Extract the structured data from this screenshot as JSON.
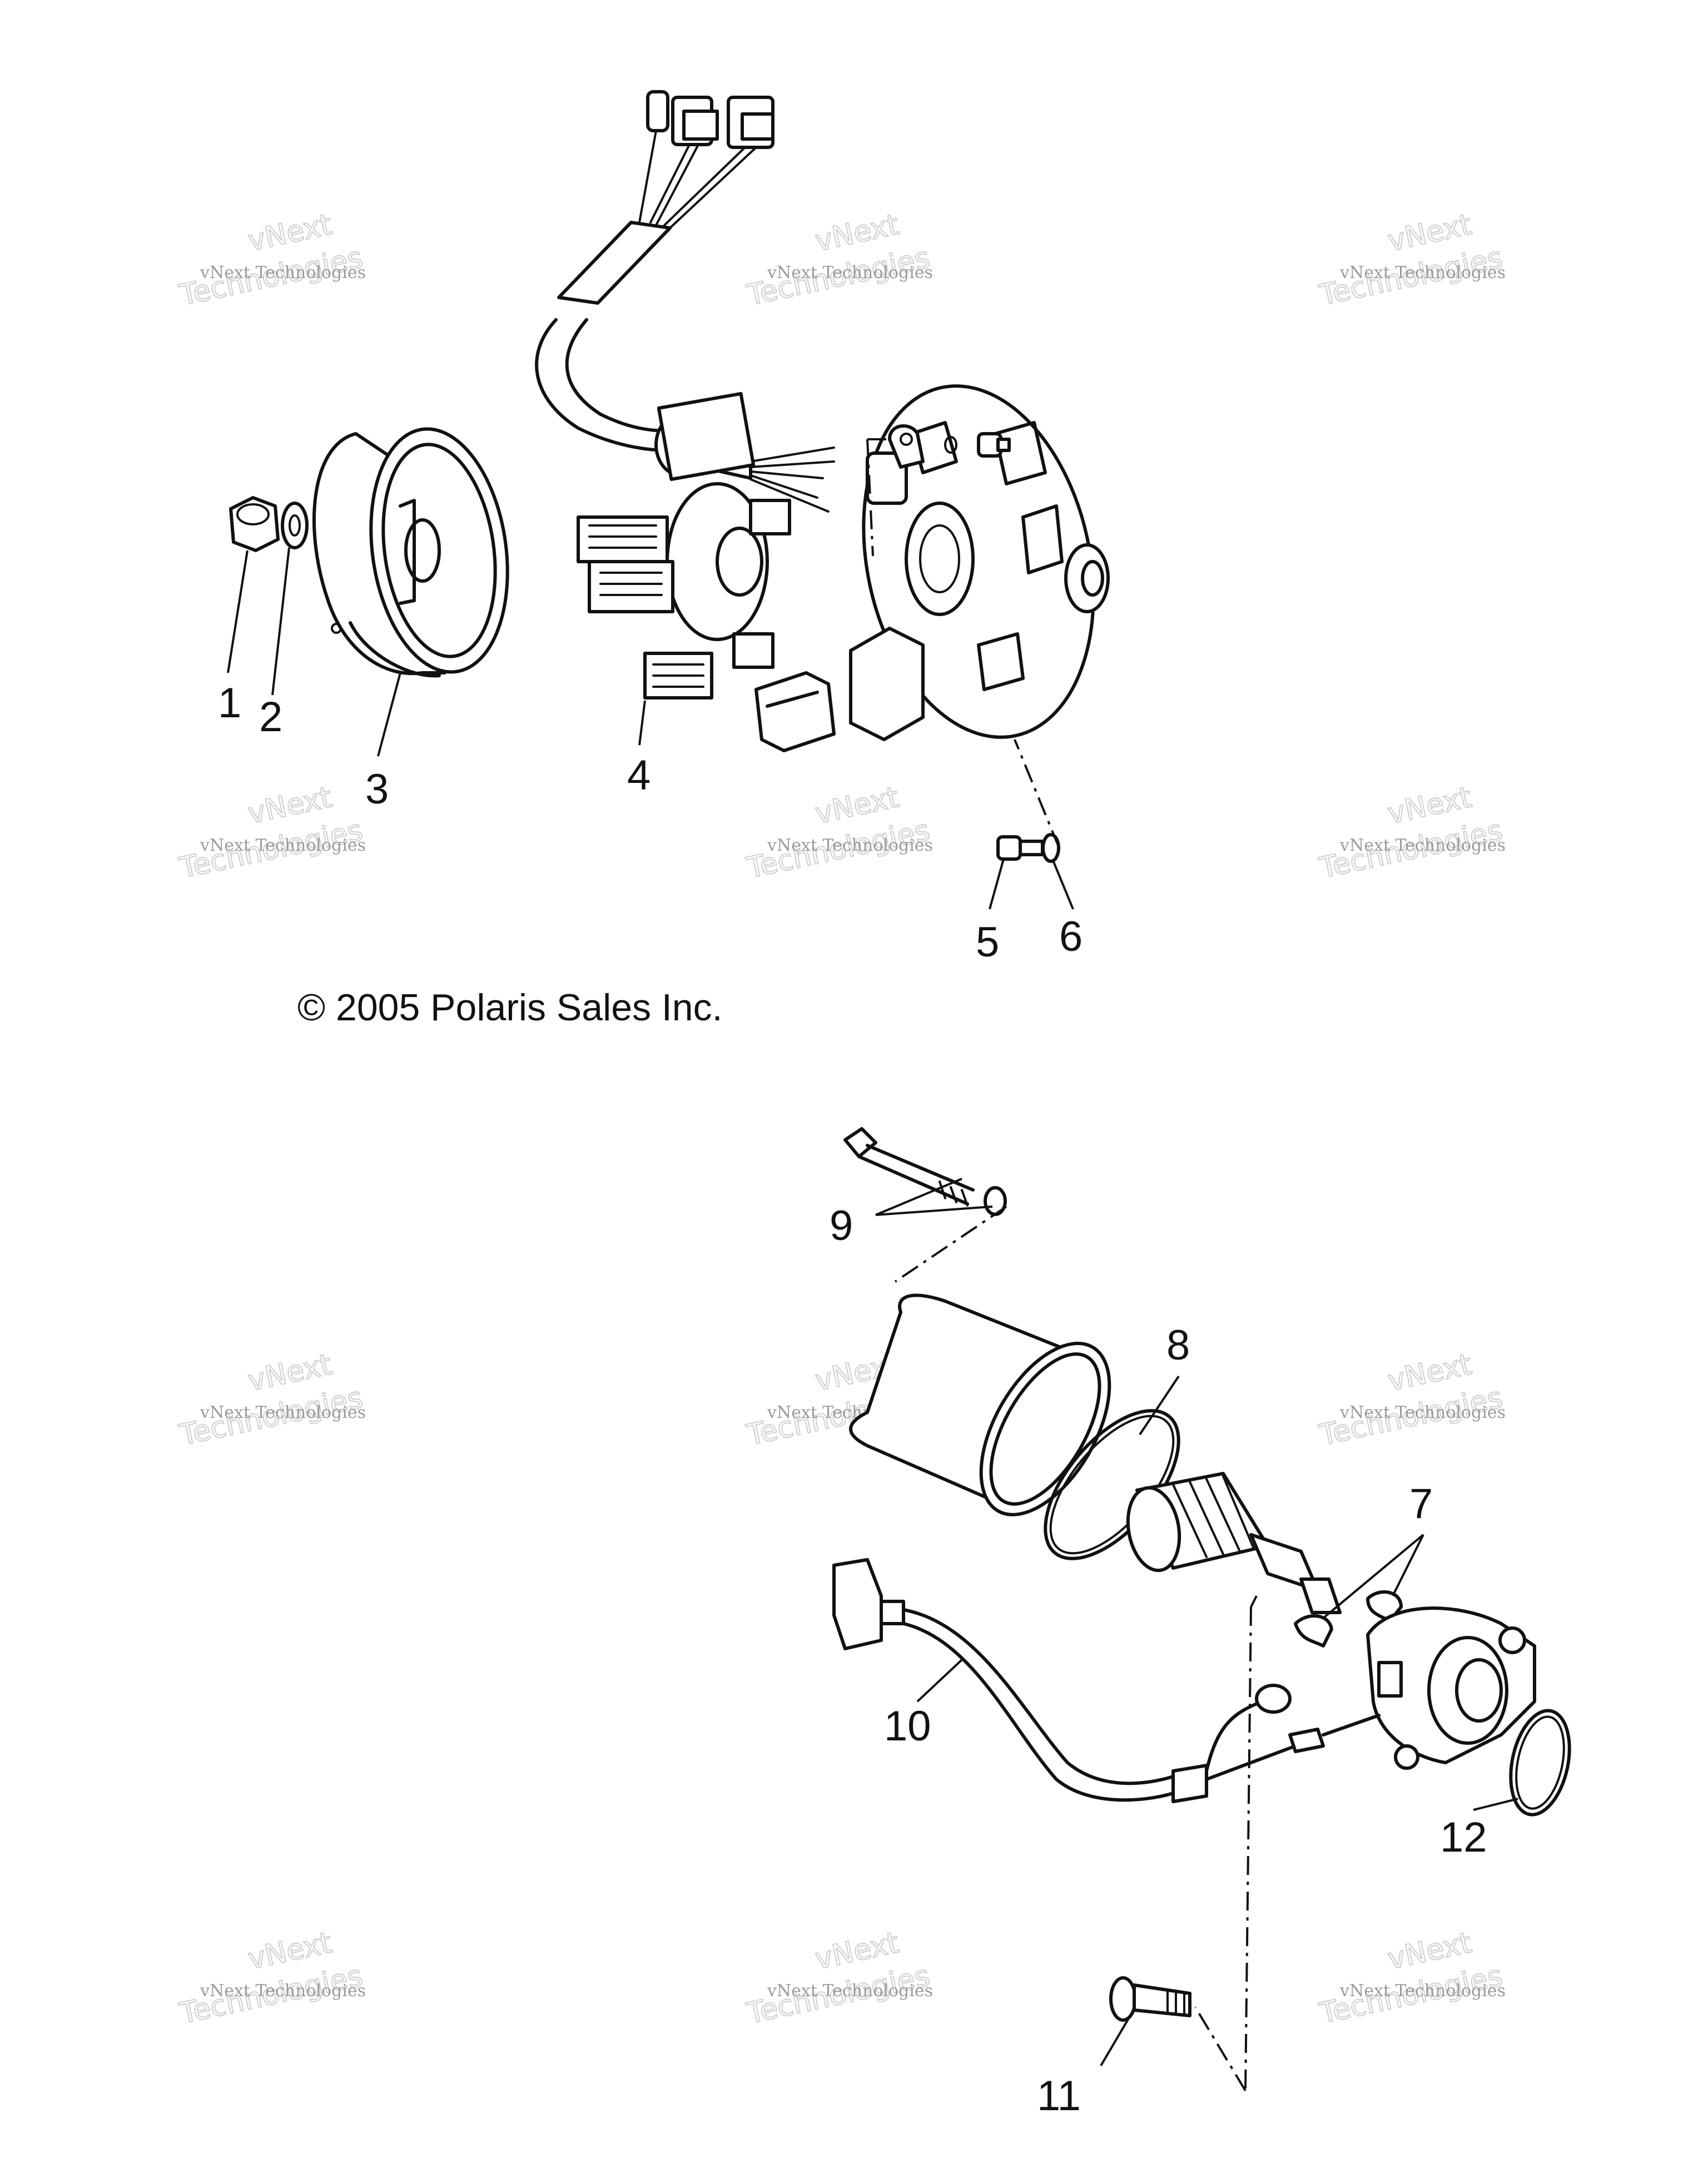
{
  "copyright": "© 2005 Polaris Sales Inc.",
  "callouts": {
    "c1": "1",
    "c2": "2",
    "c3": "3",
    "c4": "4",
    "c5": "5",
    "c6": "6",
    "c7": "7",
    "c8": "8",
    "c9": "9",
    "c10": "10",
    "c11": "11",
    "c12": "12"
  },
  "watermark": {
    "line1": "vNext Technologies",
    "line2": "vNext",
    "line3": "Technologies"
  }
}
